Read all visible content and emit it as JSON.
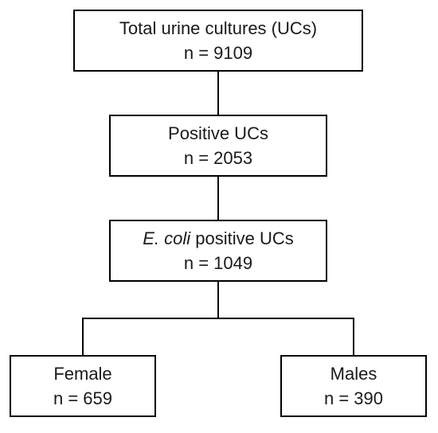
{
  "boxes": {
    "total": {
      "label": "Total urine cultures (UCs)",
      "count": "n = 9109"
    },
    "positive": {
      "label": "Positive UCs",
      "count": "n = 2053"
    },
    "ecoli": {
      "label_italic": "E. coli",
      "label_rest": " positive UCs",
      "count": "n = 1049"
    },
    "female": {
      "label": "Female",
      "count": "n = 659"
    },
    "males": {
      "label": "Males",
      "count": "n = 390"
    }
  }
}
